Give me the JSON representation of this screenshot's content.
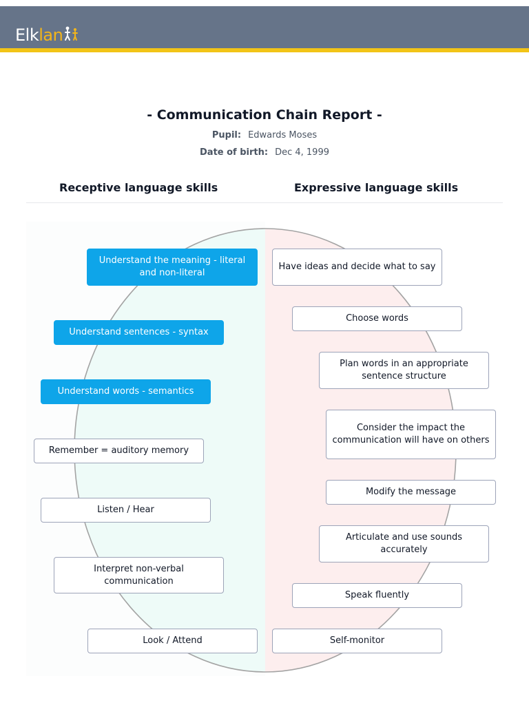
{
  "brand": {
    "logo_part1": "Elk",
    "logo_part2": "lan"
  },
  "report": {
    "title": "- Communication Chain Report -",
    "pupil_label": "Pupil:",
    "pupil_value": "Edwards Moses",
    "dob_label": "Date of birth:",
    "dob_value": "Dec 4, 1999"
  },
  "columns": {
    "receptive": "Receptive language skills",
    "expressive": "Expressive language skills"
  },
  "colors": {
    "header": "#667489",
    "accent": "#f2c417",
    "highlight": "#0ea5e9"
  },
  "receptive_skills": [
    {
      "label": "Understand the meaning - literal and non-literal",
      "highlighted": true
    },
    {
      "label": "Understand sentences - syntax",
      "highlighted": true
    },
    {
      "label": "Understand words - semantics",
      "highlighted": true
    },
    {
      "label": "Remember = auditory memory",
      "highlighted": false
    },
    {
      "label": "Listen / Hear",
      "highlighted": false
    },
    {
      "label": "Interpret non-verbal communication",
      "highlighted": false
    },
    {
      "label": "Look / Attend",
      "highlighted": false
    }
  ],
  "expressive_skills": [
    {
      "label": "Have ideas and decide what to say",
      "highlighted": false
    },
    {
      "label": "Choose words",
      "highlighted": false
    },
    {
      "label": "Plan words in an appropriate sentence structure",
      "highlighted": false
    },
    {
      "label": "Consider the impact the communication will have on others",
      "highlighted": false
    },
    {
      "label": "Modify the message",
      "highlighted": false
    },
    {
      "label": "Articulate and use sounds accurately",
      "highlighted": false
    },
    {
      "label": "Speak fluently",
      "highlighted": false
    },
    {
      "label": "Self-monitor",
      "highlighted": false
    }
  ]
}
